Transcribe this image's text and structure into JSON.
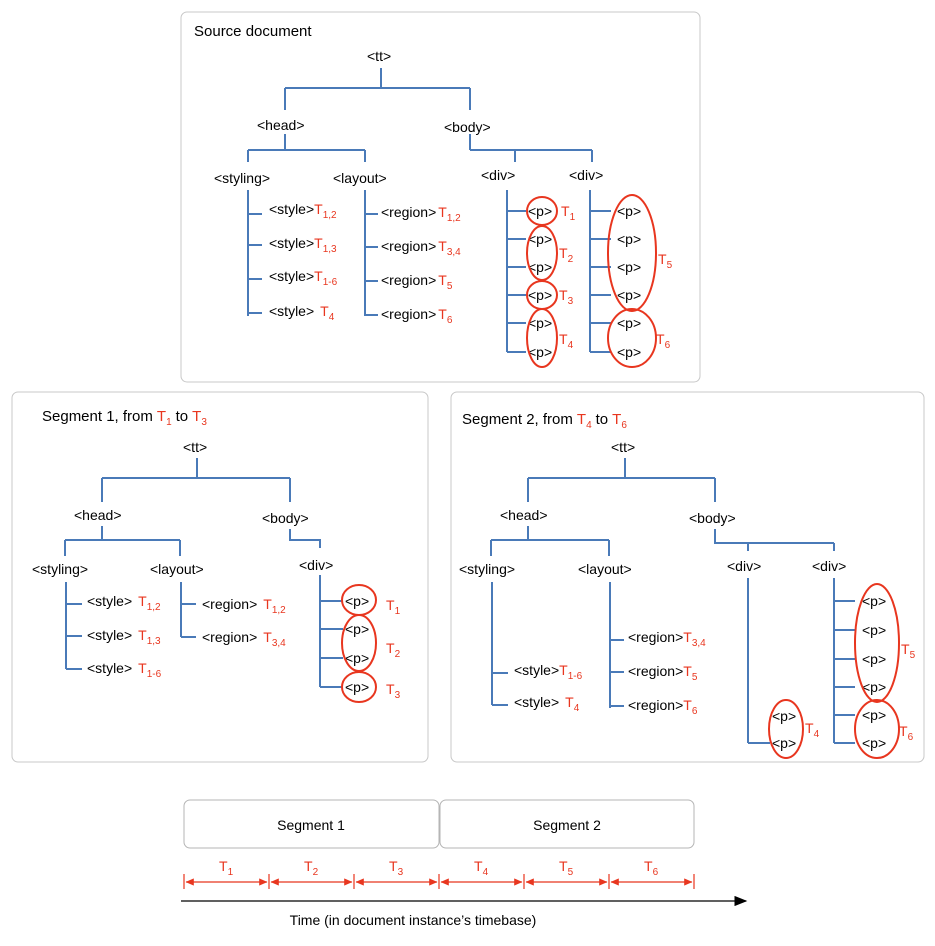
{
  "panels": {
    "source": {
      "title": "Source document"
    },
    "seg1": {
      "title_prefix": "Segment 1, from",
      "t_start": "T",
      "t_start_sub": "1",
      "to": "to",
      "t_end": "T",
      "t_end_sub": "3"
    },
    "seg2": {
      "title_prefix": "Segment 2, from",
      "t_start": "T",
      "t_start_sub": "4",
      "to": "to",
      "t_end": "T",
      "t_end_sub": "6"
    }
  },
  "tags": {
    "tt": "<tt>",
    "head": "<head>",
    "body": "<body>",
    "styling": "<styling>",
    "layout": "<layout>",
    "div": "<div>",
    "style": "<style>",
    "region": "<region>",
    "p": "<p>"
  },
  "t_labels": {
    "T": "T",
    "s12": "1,2",
    "s13": "1,3",
    "s16": "1-6",
    "s34": "3,4",
    "s1": "1",
    "s2": "2",
    "s3": "3",
    "s4": "4",
    "s5": "5",
    "s6": "6"
  },
  "timeline": {
    "segments": [
      "Segment 1",
      "Segment 2"
    ],
    "intervals": [
      "1",
      "2",
      "3",
      "4",
      "5",
      "6"
    ],
    "axis_label": "Time (in document instance’s timebase)"
  }
}
